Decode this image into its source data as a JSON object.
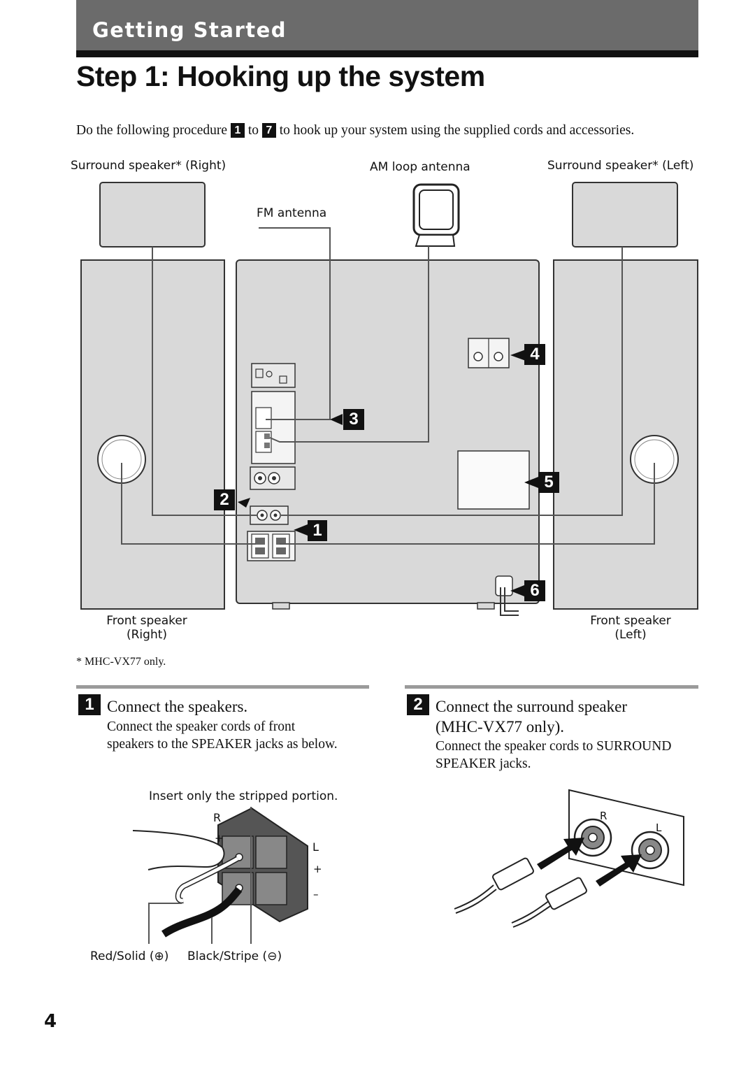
{
  "header": {
    "section": "Getting Started",
    "title": "Step 1: Hooking up the system"
  },
  "intro": {
    "before": "Do the following procedure ",
    "from_num": "1",
    "middle": " to ",
    "to_num": "7",
    "after": " to hook up your system using the supplied cords and accessories."
  },
  "diagram": {
    "surround_right": "Surround speaker* (Right)",
    "am_antenna": "AM loop antenna",
    "surround_left": "Surround speaker* (Left)",
    "fm_antenna": "FM antenna",
    "front_right_line1": "Front speaker",
    "front_right_line2": "(Right)",
    "front_left_line1": "Front speaker",
    "front_left_line2": "(Left)",
    "callouts": [
      "1",
      "2",
      "3",
      "4",
      "5",
      "6"
    ]
  },
  "footnote": "* MHC-VX77 only.",
  "steps": [
    {
      "num": "1",
      "title": "Connect the speakers.",
      "body": "Connect the speaker cords of front speakers to the SPEAKER jacks as below."
    },
    {
      "num": "2",
      "title_line1": "Connect the surround speaker",
      "title_line2": "(MHC-VX77 only).",
      "body": "Connect the speaker cords to SURROUND SPEAKER jacks."
    }
  ],
  "speaker_detail": {
    "instruction": "Insert only the stripped portion.",
    "r": "R",
    "l": "L",
    "plus": "+",
    "minus": "–",
    "red_label": "Red/Solid (",
    "red_symbol": "⊕",
    "red_close": ")",
    "black_label": "Black/Stripe (",
    "black_symbol": "⊖",
    "black_close": ")"
  },
  "surround_detail": {
    "r": "R",
    "l": "L"
  },
  "page_number": "4"
}
